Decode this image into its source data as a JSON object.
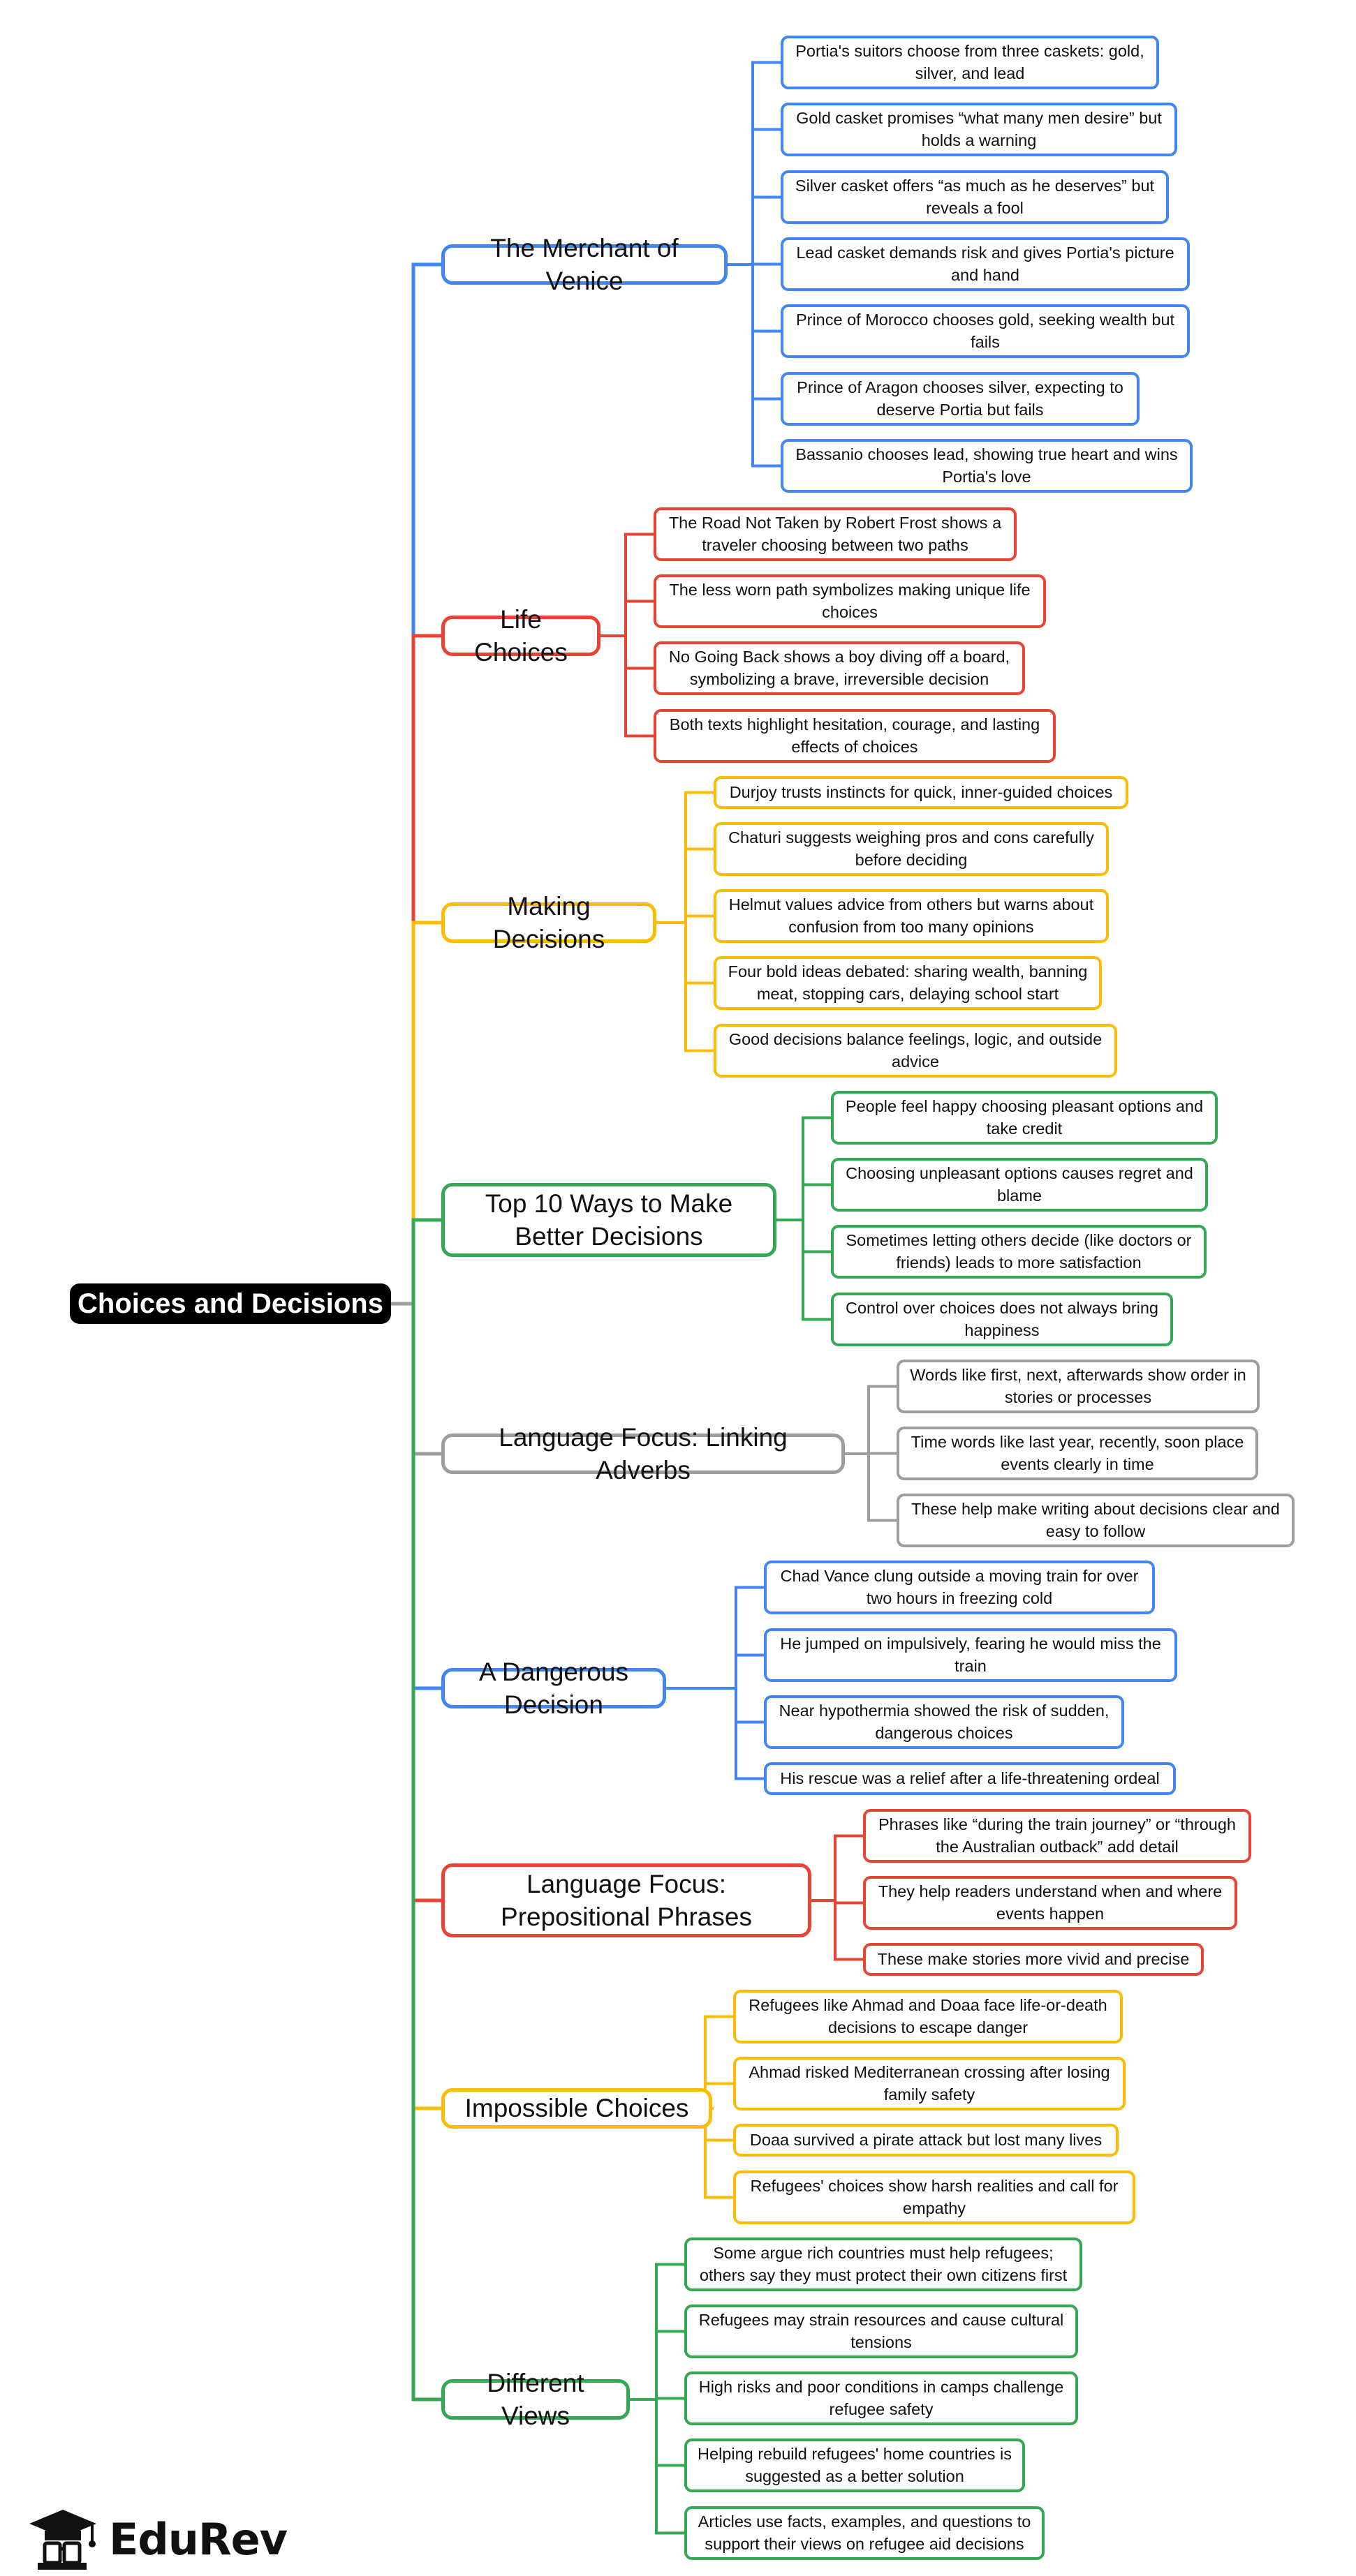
{
  "title": "Choices and Decisions",
  "colors": {
    "blue": "#4285f4",
    "red": "#ea4335",
    "yellow": "#fbbc05",
    "green": "#34a853",
    "gray": "#9e9e9e"
  },
  "brand": {
    "name": "EduRev",
    "icon": "graduation-cap-icon"
  },
  "branches": [
    {
      "label": "The Merchant of Venice",
      "color": "#4285f4",
      "children": [
        "Portia's suitors choose from three caskets: gold, silver, and lead",
        "Gold casket promises “what many men desire” but holds a warning",
        "Silver casket offers “as much as he deserves” but reveals a fool",
        "Lead casket demands risk and gives Portia's picture and hand",
        "Prince of Morocco chooses gold, seeking wealth but fails",
        "Prince of Aragon chooses silver, expecting to deserve Portia but fails",
        "Bassanio chooses lead, showing true heart and wins Portia's love"
      ]
    },
    {
      "label": "Life Choices",
      "color": "#ea4335",
      "children": [
        "The Road Not Taken by Robert Frost shows a traveler choosing between two paths",
        "The less worn path symbolizes making unique life choices",
        "No Going Back shows a boy diving off a board, symbolizing a brave, irreversible decision",
        "Both texts highlight hesitation, courage, and lasting effects of choices"
      ]
    },
    {
      "label": "Making Decisions",
      "color": "#fbbc05",
      "children": [
        "Durjoy trusts instincts for quick, inner-guided choices",
        "Chaturi suggests weighing pros and cons carefully before deciding",
        "Helmut values advice from others but warns about confusion from too many opinions",
        "Four bold ideas debated: sharing wealth, banning meat, stopping cars, delaying school start",
        "Good decisions balance feelings, logic, and outside advice"
      ]
    },
    {
      "label": "Top 10 Ways to Make Better Decisions",
      "color": "#34a853",
      "children": [
        "People feel happy choosing pleasant options and take credit",
        "Choosing unpleasant options causes regret and blame",
        "Sometimes letting others decide (like doctors or friends) leads to more satisfaction",
        "Control over choices does not always bring happiness"
      ]
    },
    {
      "label": "Language Focus: Linking Adverbs",
      "color": "#9e9e9e",
      "children": [
        "Words like first, next, afterwards show order in stories or processes",
        "Time words like last year, recently, soon place events clearly in time",
        "These help make writing about decisions clear and easy to follow"
      ]
    },
    {
      "label": "A Dangerous Decision",
      "color": "#4285f4",
      "children": [
        "Chad Vance clung outside a moving train for over two hours in freezing cold",
        "He jumped on impulsively, fearing he would miss the train",
        "Near hypothermia showed the risk of sudden, dangerous choices",
        "His rescue was a relief after a life-threatening ordeal"
      ]
    },
    {
      "label": "Language Focus: Prepositional Phrases",
      "color": "#ea4335",
      "children": [
        "Phrases like “during the train journey” or “through the Australian outback” add detail",
        "They help readers understand when and where events happen",
        "These make stories more vivid and precise"
      ]
    },
    {
      "label": "Impossible Choices",
      "color": "#fbbc05",
      "children": [
        "Refugees like Ahmad and Doaa face life-or-death decisions to escape danger",
        "Ahmad risked Mediterranean crossing after losing family safety",
        "Doaa survived a pirate attack but lost many lives",
        "Refugees' choices show harsh realities and call for empathy"
      ]
    },
    {
      "label": "Different Views",
      "color": "#34a853",
      "children": [
        "Some argue rich countries must help refugees; others say they must protect their own citizens first",
        "Refugees may strain resources and cause cultural tensions",
        "High risks and poor conditions in camps challenge refugee safety",
        "Helping rebuild refugees' home countries is suggested as a better solution",
        "Articles use facts, examples, and questions to support their views on refugee aid decisions"
      ]
    }
  ]
}
